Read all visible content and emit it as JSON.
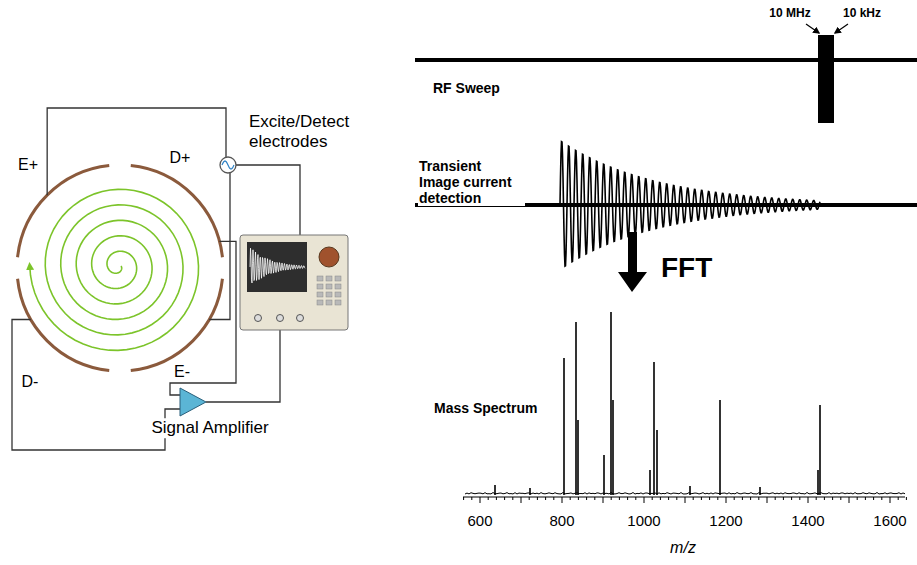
{
  "diagram": {
    "labels": [
      "Excite/Detect electrodes",
      "E+",
      "D+",
      "D-",
      "E-",
      "Signal Amplifier",
      "10 MHz",
      "10 kHz",
      "RF Sweep",
      "Transient Image current detection",
      "FFT",
      "Mass Spectrum",
      "600",
      "800",
      "1000",
      "1200",
      "1400",
      "1600",
      "m/z"
    ]
  }
}
